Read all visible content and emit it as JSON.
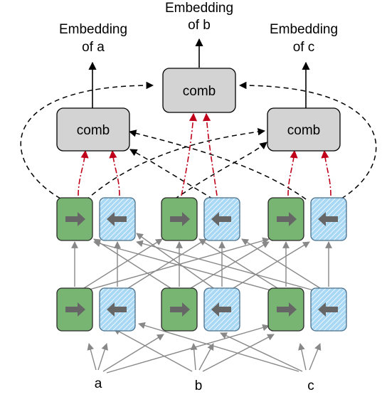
{
  "inputs": [
    "a",
    "b",
    "c"
  ],
  "outputs": [
    {
      "line1": "Embedding",
      "line2": "of a"
    },
    {
      "line1": "Embedding",
      "line2": "of b"
    },
    {
      "line1": "Embedding",
      "line2": "of c"
    }
  ],
  "comb_label": "comb",
  "colors": {
    "forward_cell": "#79b572",
    "backward_cell": "#a9d8f5",
    "comb_box": "#d3d3d3",
    "red_arrow": "#c0001a",
    "gray_arrow": "#888888"
  },
  "icons": {
    "forward": "right-arrow-icon",
    "backward": "left-arrow-icon"
  }
}
